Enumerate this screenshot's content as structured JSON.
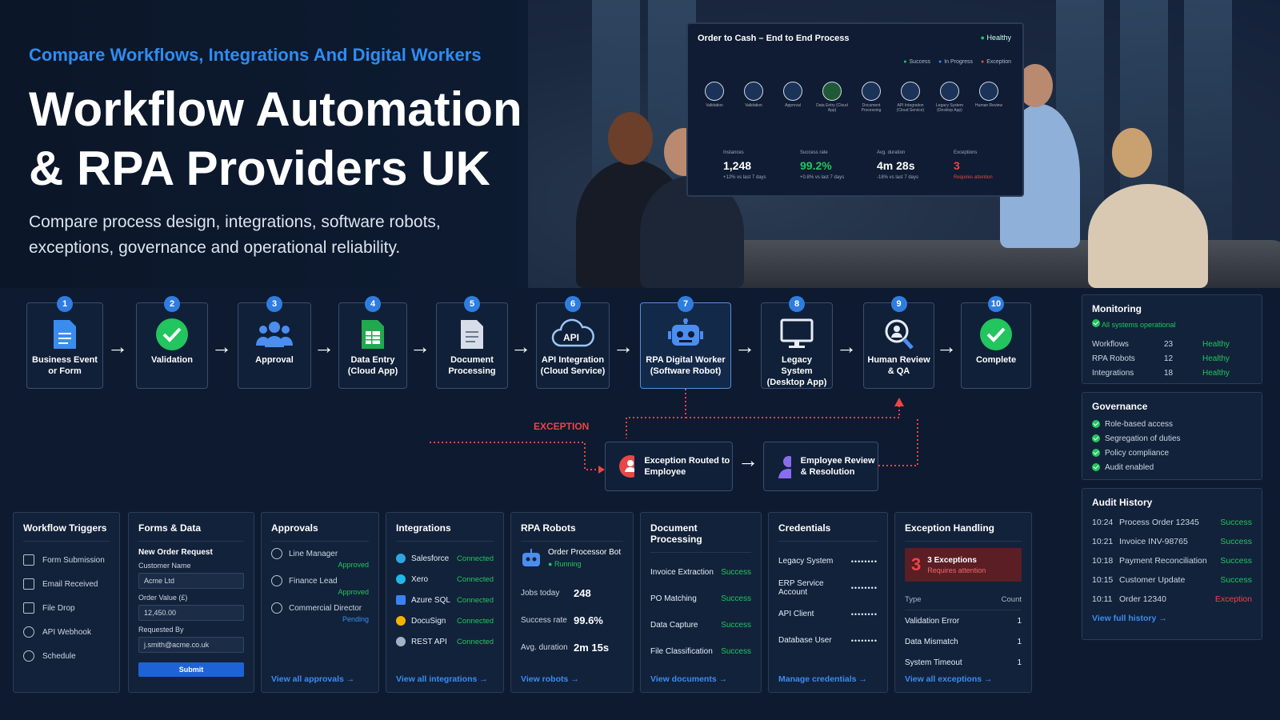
{
  "hero": {
    "eyebrow": "Compare Workflows, Integrations And Digital Workers",
    "title": "Workflow Automation & RPA Providers UK",
    "subtitle": "Compare process design, integrations, software robots, exceptions, governance and operational reliability."
  },
  "screen": {
    "title": "Order to Cash – End to End Process",
    "status": "Healthy",
    "legend": [
      "Success",
      "In Progress",
      "Exception"
    ],
    "steps": [
      "Validation",
      "Validation",
      "Approval",
      "Data Entry (Cloud App)",
      "Document Processing",
      "API Integration (Cloud Service)",
      "Legacy System (Desktop App)",
      "Human Review"
    ],
    "stats": [
      {
        "label": "Instances",
        "value": "1,248",
        "note": "+12% vs last 7 days"
      },
      {
        "label": "Success rate",
        "value": "99.2%",
        "note": "+0.8% vs last 7 days"
      },
      {
        "label": "Avg. duration",
        "value": "4m 28s",
        "note": "-18% vs last 7 days"
      },
      {
        "label": "Exceptions",
        "value": "3",
        "note": "Requires attention"
      }
    ]
  },
  "process": {
    "steps": [
      {
        "num": "1",
        "label": "Business Event or Form",
        "icon": "document-icon"
      },
      {
        "num": "2",
        "label": "Validation",
        "icon": "check-circle-icon"
      },
      {
        "num": "3",
        "label": "Approval",
        "icon": "users-icon"
      },
      {
        "num": "4",
        "label": "Data Entry (Cloud App)",
        "icon": "spreadsheet-icon"
      },
      {
        "num": "5",
        "label": "Document Processing",
        "icon": "file-icon"
      },
      {
        "num": "6",
        "label": "API Integration (Cloud Service)",
        "icon": "cloud-api-icon"
      },
      {
        "num": "7",
        "label": "RPA Digital Worker (Software Robot)",
        "icon": "robot-icon"
      },
      {
        "num": "8",
        "label": "Legacy System (Desktop App)",
        "icon": "monitor-icon"
      },
      {
        "num": "9",
        "label": "Human Review & QA",
        "icon": "magnifier-user-icon"
      },
      {
        "num": "10",
        "label": "Complete",
        "icon": "check-circle-icon"
      }
    ],
    "exception_label": "EXCEPTION",
    "exception_routed": "Exception Routed to Employee",
    "employee_review": "Employee Review & Resolution"
  },
  "monitoring": {
    "title": "Monitoring",
    "status": "All systems operational",
    "rows": [
      {
        "name": "Workflows",
        "value": "23",
        "status": "Healthy"
      },
      {
        "name": "RPA Robots",
        "value": "12",
        "status": "Healthy"
      },
      {
        "name": "Integrations",
        "value": "18",
        "status": "Healthy"
      }
    ]
  },
  "governance": {
    "title": "Governance",
    "items": [
      "Role-based access",
      "Segregation of duties",
      "Policy compliance",
      "Audit enabled"
    ]
  },
  "audit": {
    "title": "Audit History",
    "rows": [
      {
        "time": "10:24",
        "event": "Process Order 12345",
        "status": "Success"
      },
      {
        "time": "10:21",
        "event": "Invoice INV-98765",
        "status": "Success"
      },
      {
        "time": "10:18",
        "event": "Payment Reconciliation",
        "status": "Success"
      },
      {
        "time": "10:15",
        "event": "Customer Update",
        "status": "Success"
      },
      {
        "time": "10:11",
        "event": "Order 12340",
        "status": "Exception"
      }
    ],
    "link": "View full history →"
  },
  "triggers": {
    "title": "Workflow Triggers",
    "items": [
      "Form Submission",
      "Email Received",
      "File Drop",
      "API Webhook",
      "Schedule"
    ]
  },
  "forms": {
    "title": "Forms & Data",
    "form_title": "New Order Request",
    "customer_label": "Customer Name",
    "customer_value": "Acme Ltd",
    "order_label": "Order Value (£)",
    "order_value": "12,450.00",
    "requested_label": "Requested By",
    "requested_value": "j.smith@acme.co.uk",
    "submit": "Submit"
  },
  "approvals": {
    "title": "Approvals",
    "items": [
      {
        "name": "Line Manager",
        "status": "Approved"
      },
      {
        "name": "Finance Lead",
        "status": "Approved"
      },
      {
        "name": "Commercial Director",
        "status": "Pending"
      }
    ],
    "link": "View all approvals →"
  },
  "integrations": {
    "title": "Integrations",
    "items": [
      {
        "name": "Salesforce",
        "status": "Connected",
        "color": "#2ea7e0"
      },
      {
        "name": "Xero",
        "status": "Connected",
        "color": "#1fb8e8"
      },
      {
        "name": "Azure SQL",
        "status": "Connected",
        "color": "#3b82f6"
      },
      {
        "name": "DocuSign",
        "status": "Connected",
        "color": "#f5b300"
      },
      {
        "name": "REST API",
        "status": "Connected",
        "color": "#a3b1c6"
      }
    ],
    "link": "View all integrations →"
  },
  "robots": {
    "title": "RPA Robots",
    "bot_name": "Order Processor Bot",
    "bot_status": "Running",
    "stats": [
      {
        "label": "Jobs today",
        "value": "248"
      },
      {
        "label": "Success rate",
        "value": "99.6%"
      },
      {
        "label": "Avg. duration",
        "value": "2m 15s"
      }
    ],
    "link": "View robots →"
  },
  "documents": {
    "title": "Document Processing",
    "items": [
      {
        "name": "Invoice Extraction",
        "status": "Success"
      },
      {
        "name": "PO Matching",
        "status": "Success"
      },
      {
        "name": "Data Capture",
        "status": "Success"
      },
      {
        "name": "File Classification",
        "status": "Success"
      }
    ],
    "link": "View documents →"
  },
  "credentials": {
    "title": "Credentials",
    "items": [
      {
        "name": "Legacy System",
        "secret": "••••••••"
      },
      {
        "name": "ERP Service Account",
        "secret": "••••••••"
      },
      {
        "name": "API Client",
        "secret": "••••••••"
      },
      {
        "name": "Database User",
        "secret": "••••••••"
      }
    ],
    "link": "Manage credentials →"
  },
  "exceptions": {
    "title": "Exception Handling",
    "count": "3",
    "banner_title": "3 Exceptions",
    "banner_sub": "Requires attention",
    "col_type": "Type",
    "col_count": "Count",
    "rows": [
      {
        "type": "Validation Error",
        "count": "1"
      },
      {
        "type": "Data Mismatch",
        "count": "1"
      },
      {
        "type": "System Timeout",
        "count": "1"
      }
    ],
    "link": "View all exceptions →"
  }
}
